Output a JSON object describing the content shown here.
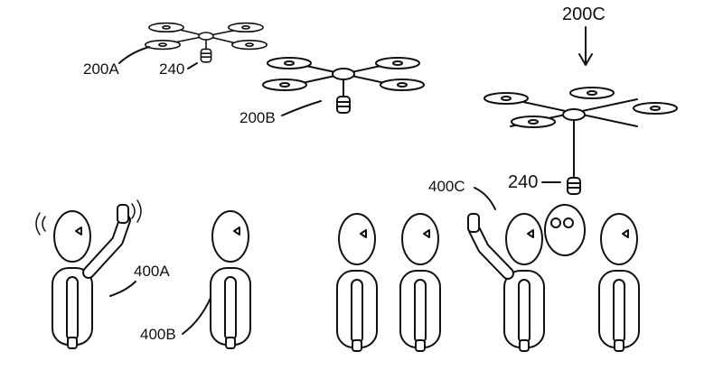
{
  "figure": {
    "labels": {
      "drone_a": "200A",
      "payload_a": "240",
      "drone_b": "200B",
      "drone_c": "200C",
      "payload_c": "240",
      "person_c": "400C",
      "person_a": "400A",
      "person_b": "400B"
    },
    "line_color": "#111111",
    "background": "#ffffff"
  }
}
